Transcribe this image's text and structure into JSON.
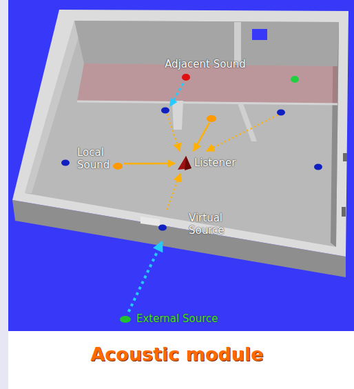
{
  "diagram": {
    "title": "Acoustic module",
    "nodes": [
      {
        "text": [
          "Adjacent Sound"
        ]
      },
      {
        "text": [
          "Local Sound"
        ]
      },
      {
        "text": [
          "Listener"
        ]
      },
      {
        "text": [
          "Virtual Source"
        ]
      },
      {
        "text": [
          "External Source"
        ]
      }
    ],
    "edges": [
      {
        "from": 1,
        "to": 2,
        "arrow": "to"
      },
      {
        "from": 3,
        "to": 2,
        "arrow": "to"
      },
      {
        "from": 4,
        "to": 3,
        "arrow": "to"
      }
    ]
  }
}
